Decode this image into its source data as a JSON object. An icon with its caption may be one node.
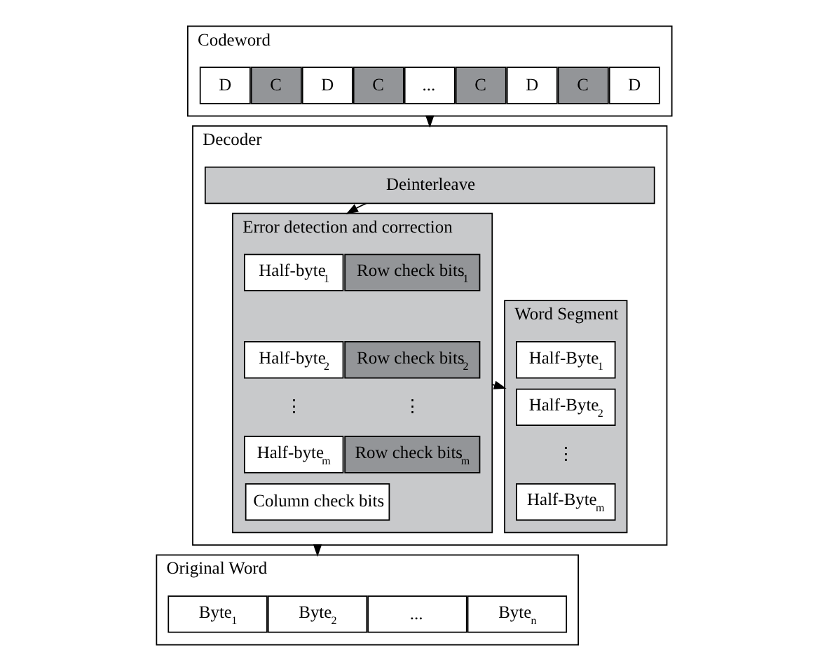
{
  "diagram": {
    "nodes": [
      {
        "text": [
          "Codeword"
        ]
      },
      {
        "text": [
          "D"
        ],
        "in": 0
      },
      {
        "text": [
          "C"
        ],
        "in": 0
      },
      {
        "text": [
          "D"
        ],
        "in": 0
      },
      {
        "text": [
          "C"
        ],
        "in": 0
      },
      {
        "text": [
          "..."
        ],
        "in": 0
      },
      {
        "text": [
          "C"
        ],
        "in": 0
      },
      {
        "text": [
          "D"
        ],
        "in": 0
      },
      {
        "text": [
          "C"
        ],
        "in": 0
      },
      {
        "text": [
          "D"
        ],
        "in": 0
      },
      {
        "text": [
          "Decoder"
        ]
      },
      {
        "text": [
          "Deinterleave"
        ],
        "in": 10
      },
      {
        "text": [
          "Error detection and correction"
        ],
        "in": 10
      },
      {
        "text": [
          "Half-byte$_{1}$"
        ],
        "in": 12
      },
      {
        "text": [
          "Row check bits$_{1}$"
        ],
        "in": 12
      },
      {
        "text": [
          "Half-byte$_{2}$"
        ],
        "in": 12
      },
      {
        "text": [
          "Row check bits$_{2}$"
        ],
        "in": 12
      },
      {
        "text": [
          "Half-byte$_{m}$"
        ],
        "in": 12
      },
      {
        "text": [
          "Row check bits$_{m}$"
        ],
        "in": 12
      },
      {
        "text": [
          "Column check bits"
        ],
        "in": 12
      },
      {
        "text": [
          "Word Segment"
        ],
        "in": 10
      },
      {
        "text": [
          "Half-Byte$_{1}$"
        ],
        "in": 20
      },
      {
        "text": [
          "Half-Byte$_{2}$"
        ],
        "in": 20
      },
      {
        "text": [
          "Half-Byte$_{m}$"
        ],
        "in": 20
      },
      {
        "text": [
          "Original Word"
        ]
      },
      {
        "text": [
          "Byte$_{1}$"
        ],
        "in": 24
      },
      {
        "text": [
          "Byte$_{2}$"
        ],
        "in": 24
      },
      {
        "text": [
          "..."
        ],
        "in": 24
      },
      {
        "text": [
          "Byte$_{n}$"
        ],
        "in": 24
      }
    ],
    "edges": [
      {
        "from": 0,
        "to": 10,
        "arrow": "to"
      },
      {
        "from": 11,
        "to": 12,
        "arrow": "to"
      },
      {
        "from": 12,
        "to": 20,
        "arrow": "to"
      },
      {
        "from": 10,
        "to": 24,
        "arrow": "to"
      }
    ],
    "labels": [
      "⋮",
      "⋮",
      "⋮"
    ]
  }
}
